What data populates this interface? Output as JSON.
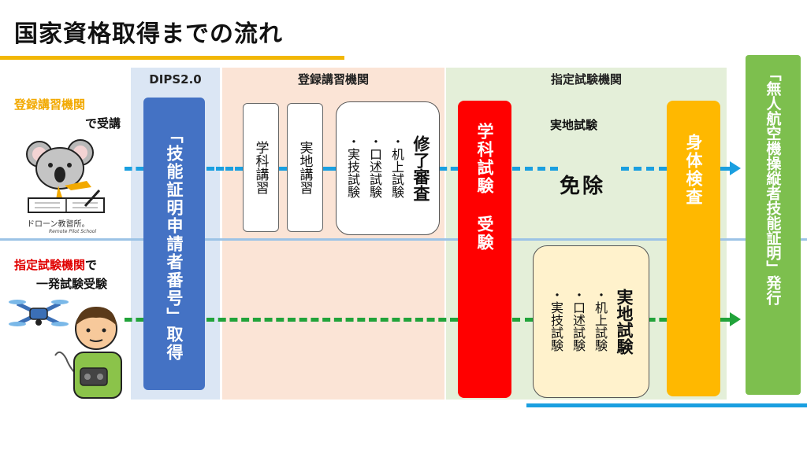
{
  "title": "国家資格取得までの流れ",
  "columns": {
    "dips": "DIPS2.0",
    "registration": "登録講習機関",
    "designated": "指定試験機関"
  },
  "routes": {
    "route1_line1": "登録講習機関",
    "route1_line2": "で受講",
    "route2_line1_red": "指定試験機関",
    "route2_line1_rest": "で",
    "route2_line2": "一発試験受験"
  },
  "boxes": {
    "dips": "「技能証明申請者番号」取得",
    "gakka_kosyu": "学科講習",
    "jicchi_kosyu": "実地講習",
    "shuryo_title": "修了審査",
    "shuryo_items": [
      "・机上試験",
      "・口述試験",
      "・実技試験"
    ],
    "gakka_test": "学科試験 受験",
    "jicchi_label": "実地試験",
    "menjo": "免除",
    "jicchi_test_title": "実地試験",
    "jicchi_test_items": [
      "・机上試験",
      "・口述試験",
      "・実技試験"
    ],
    "shintai": "身体検査",
    "issue": "「無人航空機操縦者技能証明」発行"
  },
  "logo": {
    "name": "ドローン教習所。",
    "sub": "Remote Pilot School"
  },
  "colors": {
    "accent_yellow": "#f2b705",
    "dips_blue": "#4472c4",
    "test_red": "#ff0000",
    "shintai_orange": "#ffb800",
    "issue_green": "#7dbf4e",
    "route_blue": "#1a9fe0",
    "route_green": "#21a33a"
  }
}
